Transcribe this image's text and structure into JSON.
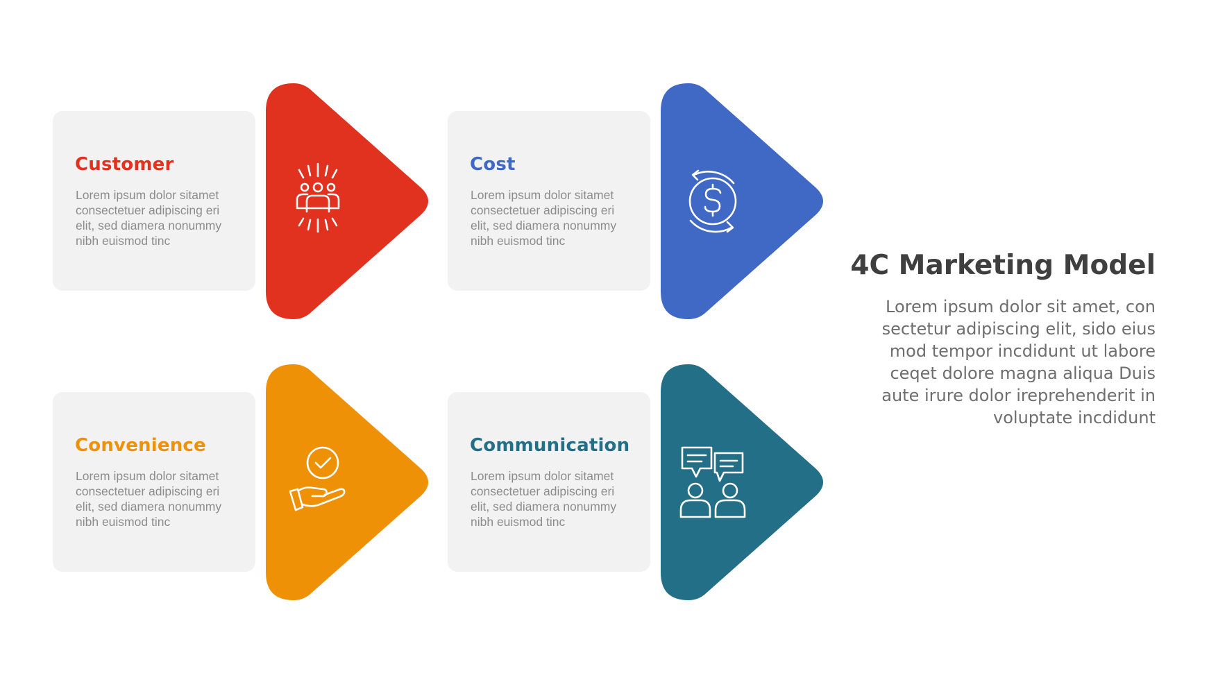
{
  "steps": [
    {
      "title": "Customer",
      "color": "#e0321f",
      "icon": "people-group-icon",
      "desc_lines": [
        "Lorem ipsum dolor sitamet",
        "consectetuer adipiscing eri",
        "elit, sed diamera nonummy",
        "nibh euismod tinc"
      ]
    },
    {
      "title": "Cost",
      "color": "#3f69c4",
      "icon": "dollar-cycle-icon",
      "desc_lines": [
        "Lorem ipsum dolor sitamet",
        "consectetuer adipiscing eri",
        "elit, sed diamera nonummy",
        "nibh euismod tinc"
      ]
    },
    {
      "title": "Convenience",
      "color": "#ef9106",
      "icon": "hand-check-icon",
      "desc_lines": [
        "Lorem ipsum dolor sitamet",
        "consectetuer adipiscing eri",
        "elit, sed diamera nonummy",
        "nibh euismod tinc"
      ]
    },
    {
      "title": "Communication",
      "color": "#236f87",
      "icon": "chat-people-icon",
      "desc_lines": [
        "Lorem ipsum dolor sitamet",
        "consectetuer adipiscing eri",
        "elit, sed diamera nonummy",
        "nibh euismod tinc"
      ]
    }
  ],
  "heading": "4C Marketing Model",
  "body_lines": [
    "Lorem ipsum dolor sit amet, con",
    "sectetur adipiscing elit, sido eius",
    "mod tempor incdidunt ut labore",
    "ceqet dolore magna aliqua Duis",
    "aute irure dolor ireprehenderit in",
    "voluptate incdidunt"
  ]
}
